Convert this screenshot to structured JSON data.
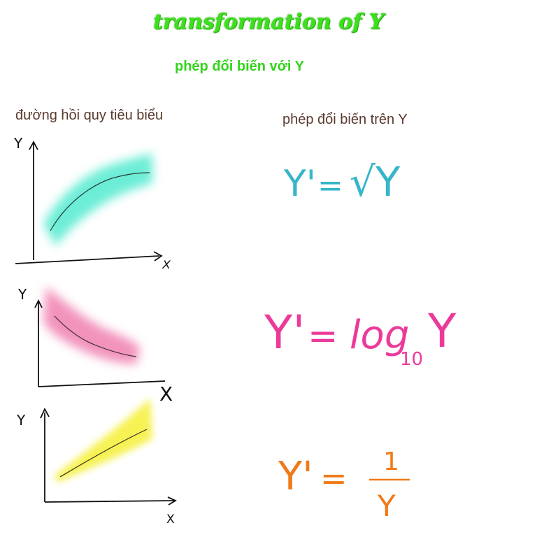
{
  "title": "transformation of Y",
  "subtitle": "phép đổi biến với Y",
  "left_header": "đường hồi quy tiêu biểu",
  "right_header": "phép đổi biến trên Y",
  "axis_labels": {
    "y": "Y",
    "x": "X"
  },
  "panels": [
    {
      "name": "concave-increasing",
      "band_color": "#2fe6c6",
      "formula": {
        "lhs": "Y'",
        "eq": "=",
        "rhs": "√Y",
        "color": "#37b5c9"
      }
    },
    {
      "name": "decreasing-curve",
      "band_color": "#ee6fa6",
      "formula": {
        "lhs": "Y'",
        "eq": "=",
        "func": "log",
        "sub": "10",
        "arg": "Y",
        "color": "#ec3a9a"
      }
    },
    {
      "name": "linear-increasing",
      "band_color": "#f4ef2a",
      "formula": {
        "lhs": "Y'",
        "eq": "=",
        "num": "1",
        "den": "Y",
        "color": "#f07a18"
      }
    }
  ]
}
